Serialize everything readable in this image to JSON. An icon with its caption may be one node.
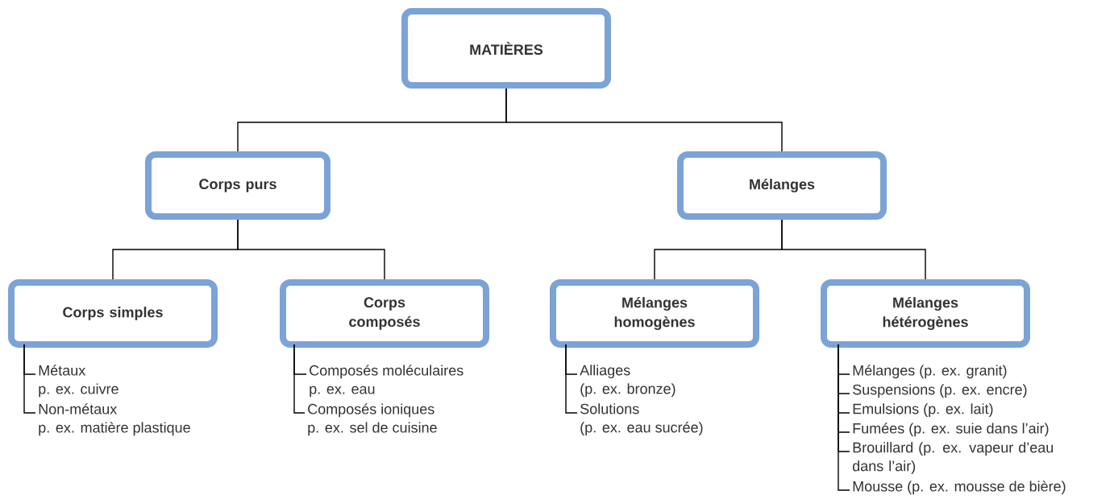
{
  "diagram": {
    "nodes": [
      {
        "text": [
          "MATIÈRES"
        ]
      },
      {
        "text": [
          "Corps purs"
        ]
      },
      {
        "text": [
          "Mélanges"
        ]
      },
      {
        "text": [
          "Corps simples"
        ]
      },
      {
        "text": [
          "Corps composés"
        ]
      },
      {
        "text": [
          "Mélanges homogènes"
        ]
      },
      {
        "text": [
          "Mélanges hétérogènes"
        ]
      },
      {
        "text": [
          "Métaux",
          "p. ex. cuivre"
        ]
      },
      {
        "text": [
          "Non-métaux",
          "p. ex. matière plastique"
        ]
      },
      {
        "text": [
          "Composés moléculaires",
          "p. ex. eau"
        ]
      },
      {
        "text": [
          "Composés ioniques",
          "p. ex. sel de cuisine"
        ]
      },
      {
        "text": [
          "Alliages",
          "(p. ex. bronze)"
        ]
      },
      {
        "text": [
          "Solutions",
          "(p. ex. eau sucrée)"
        ]
      },
      {
        "text": [
          "Mélanges (p. ex. granit)"
        ]
      },
      {
        "text": [
          "Suspensions (p. ex. encre)"
        ]
      },
      {
        "text": [
          "Emulsions (p. ex. lait)"
        ]
      },
      {
        "text": [
          "Fumées (p. ex. suie dans l’air)"
        ]
      },
      {
        "text": [
          "Brouillard (p. ex. vapeur d’eau dans l’air)"
        ]
      },
      {
        "text": [
          "Mousse (p. ex. mousse de bière)"
        ]
      }
    ],
    "edges": [
      {
        "from": 0,
        "to": 1,
        "arrow": "none"
      },
      {
        "from": 0,
        "to": 2,
        "arrow": "none"
      },
      {
        "from": 1,
        "to": 3,
        "arrow": "none"
      },
      {
        "from": 1,
        "to": 4,
        "arrow": "none"
      },
      {
        "from": 2,
        "to": 5,
        "arrow": "none"
      },
      {
        "from": 2,
        "to": 6,
        "arrow": "none"
      },
      {
        "from": 3,
        "to": 7,
        "arrow": "none"
      },
      {
        "from": 3,
        "to": 8,
        "arrow": "none"
      },
      {
        "from": 4,
        "to": 9,
        "arrow": "none"
      },
      {
        "from": 4,
        "to": 10,
        "arrow": "none"
      },
      {
        "from": 5,
        "to": 11,
        "arrow": "none"
      },
      {
        "from": 5,
        "to": 12,
        "arrow": "none"
      },
      {
        "from": 6,
        "to": 13,
        "arrow": "none"
      },
      {
        "from": 6,
        "to": 14,
        "arrow": "none"
      },
      {
        "from": 6,
        "to": 15,
        "arrow": "none"
      },
      {
        "from": 6,
        "to": 16,
        "arrow": "none"
      },
      {
        "from": 6,
        "to": 17,
        "arrow": "none"
      },
      {
        "from": 6,
        "to": 18,
        "arrow": "none"
      }
    ]
  }
}
